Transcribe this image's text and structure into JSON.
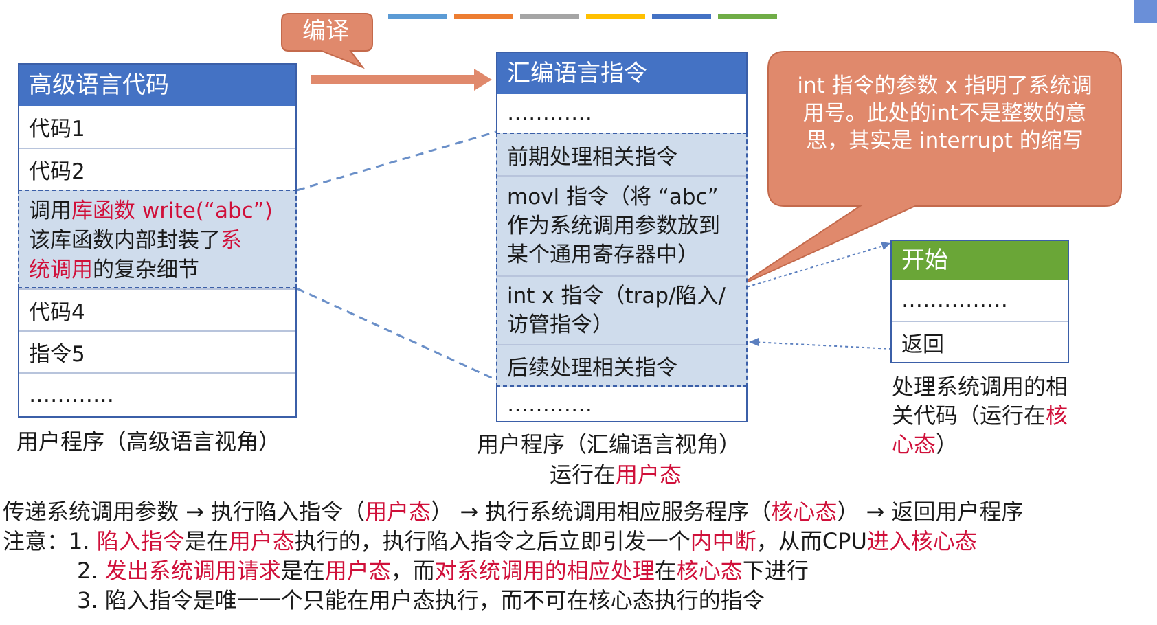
{
  "translate_label": "编译",
  "left_table": {
    "header": "高级语言代码",
    "rows": {
      "r1": "代码1",
      "r2": "代码2",
      "r3a": "调用",
      "r3b": "库函数",
      "r3c": " write(“abc”)",
      "r3d": "该库函数内部封装了",
      "r3e": "系",
      "r3f": "统调用",
      "r3g": "的复杂细节",
      "r4": "代码4",
      "r5": "指令5",
      "r6": "…………"
    },
    "caption": "用户程序（高级语言视角）"
  },
  "mid_table": {
    "header": "汇编语言指令",
    "rows": {
      "r1": "…………",
      "r2": "前期处理相关指令",
      "r3": "movl 指令（将 “abc” 作为系统调用参数放到某个通用寄存器中）",
      "r4": "int x 指令（trap/陷入/访管指令）",
      "r5": "后续处理相关指令",
      "r6": "…………"
    },
    "caption1": "用户程序（汇编语言视角）",
    "caption2a": "运行在",
    "caption2b": "用户态"
  },
  "callout": "int 指令的参数 x 指明了系统调用号。此处的int不是整数的意思，其实是 interrupt 的缩写",
  "right_table": {
    "header": "开始",
    "rows": {
      "r1": "……………",
      "r2": "返回"
    },
    "caption_a": "处理系统调用的相关代码（运行在",
    "caption_b": "核心态",
    "caption_c": "）"
  },
  "bottom": {
    "l1a": "传递系统调用参数 → 执行陷入指令（",
    "l1b": "用户态",
    "l1c": "） → 执行系统调用相应服务程序（",
    "l1d": "核心态",
    "l1e": "） → 返回用户程序",
    "l2a": "注意：1. ",
    "l2b": "陷入指令",
    "l2c": "是在",
    "l2d": "用户态",
    "l2e": "执行的，执行陷入指令之后立即引发一个",
    "l2f": "内中断",
    "l2g": "，从而CPU",
    "l2h": "进入核心态",
    "l3a": "2. ",
    "l3b": "发出系统调用请求",
    "l3c": "是在",
    "l3d": "用户态",
    "l3e": "，而",
    "l3f": "对系统调用的相应处理",
    "l3g": "在",
    "l3h": "核心态",
    "l3i": "下进行",
    "l4": "3. 陷入指令是唯一一个只能在用户态执行，而不可在核心态执行的指令"
  },
  "colors": {
    "header_blue": "#4472c4",
    "header_green": "#6aa637",
    "callout_orange": "#e0896c",
    "highlight_red": "#d0103a",
    "color_bar": [
      "#5b9bd5",
      "#ed7d31",
      "#a5a5a5",
      "#ffc000",
      "#4472c4",
      "#70ad47"
    ]
  }
}
